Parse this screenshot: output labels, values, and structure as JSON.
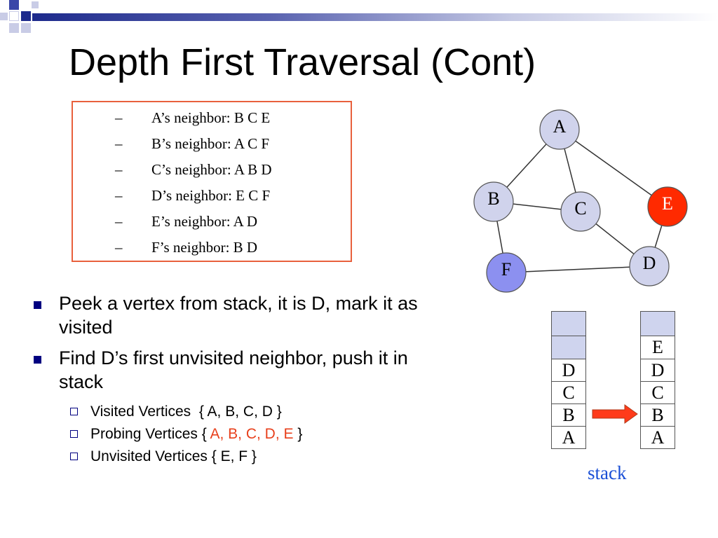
{
  "title": "Depth First Traversal (Cont)",
  "neighbors": [
    {
      "dash": "–",
      "text": "A’s neighbor: B C E"
    },
    {
      "dash": "–",
      "text": "B’s neighbor: A C F"
    },
    {
      "dash": "–",
      "text": "C’s neighbor: A B D"
    },
    {
      "dash": "–",
      "text": "D’s neighbor: E C F"
    },
    {
      "dash": "–",
      "text": "E’s neighbor: A D"
    },
    {
      "dash": "–",
      "text": "F’s neighbor: B D"
    }
  ],
  "bullets": [
    {
      "text": "Peek a vertex from stack, it is D, mark it as visited"
    },
    {
      "text": "Find D’s first unvisited neighbor, push it in stack"
    }
  ],
  "sub_bullets": {
    "visited": {
      "label": "Visited Vertices",
      "value": "{ A, B, C, D }"
    },
    "probing": {
      "label": "Probing Vertices",
      "open": "{",
      "value": "A, B, C, D, E",
      "close": "}"
    },
    "unvisited": {
      "label": "Unvisited Vertices",
      "value": "{ E, F }"
    }
  },
  "graph": {
    "nodes": [
      {
        "id": "A",
        "label": "A",
        "fill": "#d0d3ec",
        "text_color": "#000000"
      },
      {
        "id": "B",
        "label": "B",
        "fill": "#d0d3ec",
        "text_color": "#000000"
      },
      {
        "id": "C",
        "label": "C",
        "fill": "#d0d3ec",
        "text_color": "#000000"
      },
      {
        "id": "D",
        "label": "D",
        "fill": "#d0d3ec",
        "text_color": "#000000"
      },
      {
        "id": "E",
        "label": "E",
        "fill": "#ff2a00",
        "text_color": "#ffffff"
      },
      {
        "id": "F",
        "label": "F",
        "fill": "#8c90f0",
        "text_color": "#000000"
      }
    ],
    "edges": [
      [
        "A",
        "B"
      ],
      [
        "A",
        "C"
      ],
      [
        "A",
        "E"
      ],
      [
        "B",
        "C"
      ],
      [
        "B",
        "F"
      ],
      [
        "C",
        "D"
      ],
      [
        "E",
        "D"
      ],
      [
        "F",
        "D"
      ]
    ]
  },
  "stack_before": [
    "",
    "",
    "D",
    "C",
    "B",
    "A"
  ],
  "stack_after": [
    "",
    "E",
    "D",
    "C",
    "B",
    "A"
  ],
  "stack_label": "stack",
  "colors": {
    "accent_red": "#e8401c",
    "bullet_blue": "#000080",
    "empty_cell": "#cfd4ee",
    "arrow": "#ff3b1a",
    "stack_label": "#1a4fd6"
  }
}
